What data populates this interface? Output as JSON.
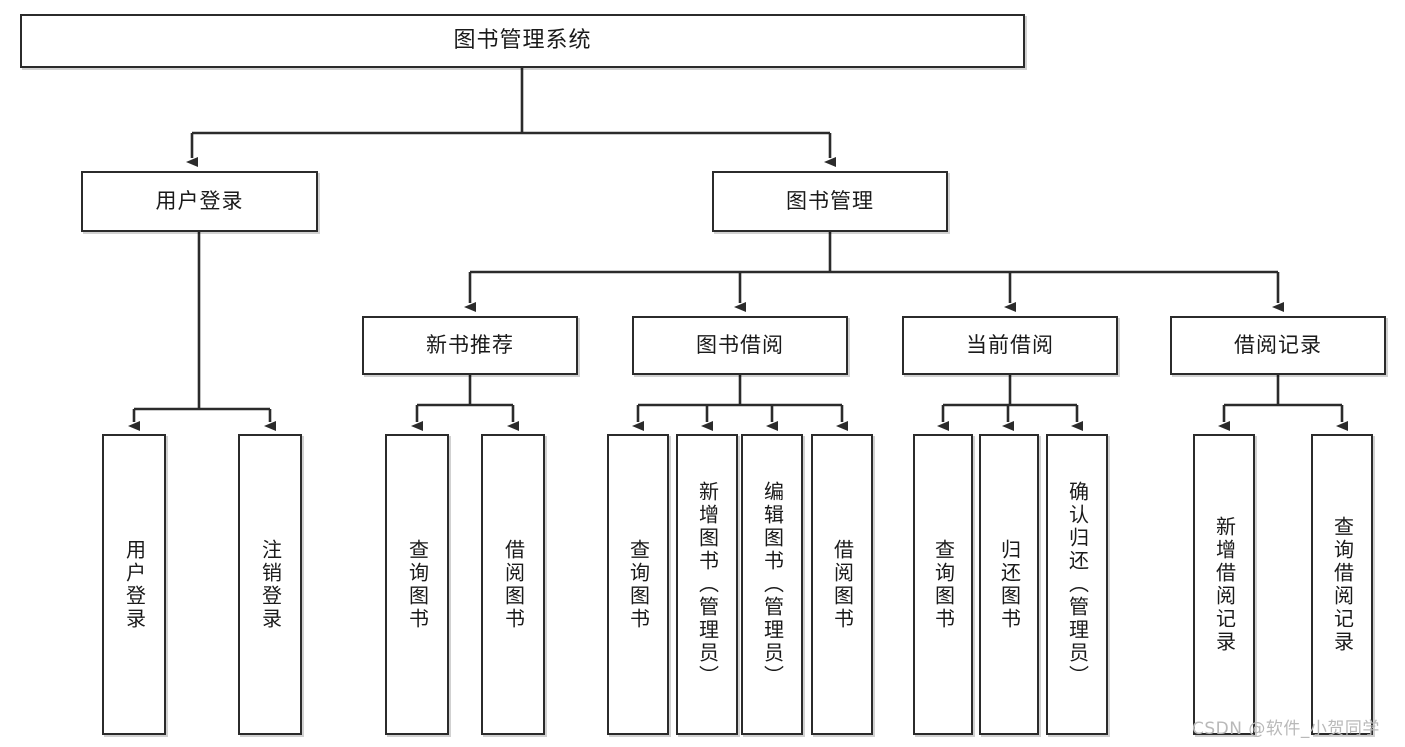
{
  "diagram": {
    "title": "图书管理系统",
    "type": "tree-hierarchy-chart",
    "watermark": "CSDN @软件_小贺同学",
    "colors": {
      "box_border": "#2b2b2b",
      "box_fill": "#ffffff",
      "text": "#1a1a1a",
      "edge": "#2b2b2b",
      "watermark": "#b9b9b9",
      "background": "#ffffff"
    },
    "nodes": {
      "root": {
        "label": "图书管理系统"
      },
      "level2": [
        {
          "id": "user-login",
          "label": "用户登录"
        },
        {
          "id": "book-management",
          "label": "图书管理"
        }
      ],
      "level3": [
        {
          "id": "new-book-recommend",
          "label": "新书推荐"
        },
        {
          "id": "book-borrow",
          "label": "图书借阅"
        },
        {
          "id": "current-borrow",
          "label": "当前借阅"
        },
        {
          "id": "borrow-record",
          "label": "借阅记录"
        }
      ],
      "leaves": {
        "user_login": [
          {
            "id": "leaf-user-login",
            "label": "用户登录"
          },
          {
            "id": "leaf-logout-login",
            "label": "注销登录"
          }
        ],
        "new_book_recommend": [
          {
            "id": "leaf-query-book-1",
            "label": "查询图书"
          },
          {
            "id": "leaf-borrow-book-1",
            "label": "借阅图书"
          }
        ],
        "book_borrow": [
          {
            "id": "leaf-query-book-2",
            "label": "查询图书"
          },
          {
            "id": "leaf-add-book",
            "label": "新增图书（管理员）"
          },
          {
            "id": "leaf-edit-book",
            "label": "编辑图书（管理员）"
          },
          {
            "id": "leaf-borrow-book-2",
            "label": "借阅图书"
          }
        ],
        "current_borrow": [
          {
            "id": "leaf-query-book-3",
            "label": "查询图书"
          },
          {
            "id": "leaf-return-book",
            "label": "归还图书"
          },
          {
            "id": "leaf-confirm-return",
            "label": "确认归还（管理员）"
          }
        ],
        "borrow_record": [
          {
            "id": "leaf-add-borrow-record",
            "label": "新增借阅记录"
          },
          {
            "id": "leaf-query-borrow-record",
            "label": "查询借阅记录"
          }
        ]
      }
    }
  }
}
